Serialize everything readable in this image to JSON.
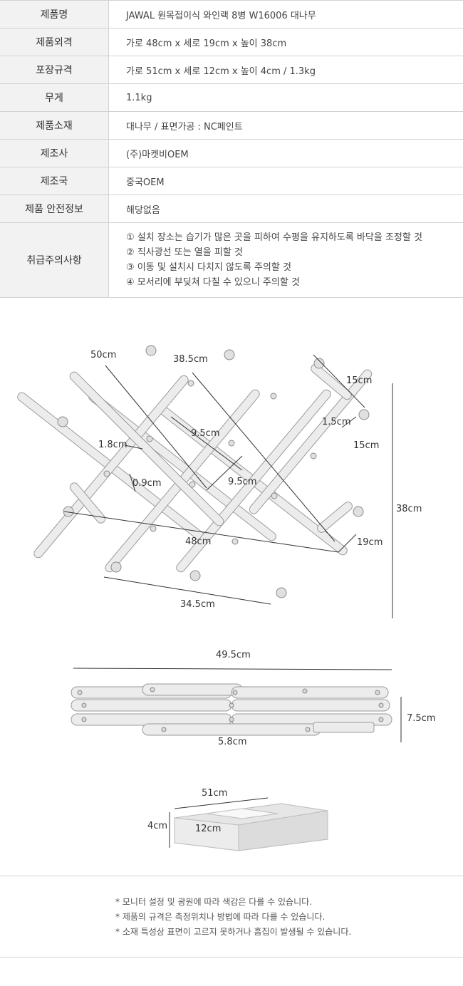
{
  "spec_rows": [
    {
      "label": "제품명",
      "value": "JAWAL 원목접이식 와인랙 8병 W16006 대나무"
    },
    {
      "label": "제품외격",
      "value": "가로 48cm x 세로 19cm x 높이 38cm"
    },
    {
      "label": "포장규격",
      "value": "가로 51cm x 세로 12cm x 높이 4cm / 1.3kg"
    },
    {
      "label": "무게",
      "value": "1.1kg"
    },
    {
      "label": "제품소재",
      "value": "대나무 / 표면가공 : NC페인트"
    },
    {
      "label": "제조사",
      "value": "(주)마켓비OEM"
    },
    {
      "label": "제조국",
      "value": "중국OEM"
    },
    {
      "label": "제품 안전정보",
      "value": "해당없음"
    }
  ],
  "caution": {
    "label": "취급주의사항",
    "lines": [
      "① 설치 장소는 습기가 많은 곳을 피하여 수평을 유지하도록 바닥을 조정할 것",
      "② 직사광선 또는 열을 피할 것",
      "③ 이동 및 설치시 다치지 않도록 주의할 것",
      "④ 모서리에 부딪쳐 다칠 수 있으니 주의할 것"
    ]
  },
  "rack_dims": {
    "d50": "50cm",
    "d385": "38.5cm",
    "d15a": "15cm",
    "d15b": "15cm",
    "d15c": "1.5cm",
    "d18": "1.8cm",
    "d95a": "9.5cm",
    "d95b": "9.5cm",
    "d09": "0.9cm",
    "d48": "48cm",
    "d19": "19cm",
    "d38": "38cm",
    "d345": "34.5cm"
  },
  "folded_dims": {
    "width": "49.5cm",
    "height": "7.5cm",
    "depth": "5.8cm"
  },
  "box_dims": {
    "length": "51cm",
    "height": "4cm",
    "width": "12cm"
  },
  "notes": [
    "* 모니터 설정 및 광원에 따라 색감은 다를 수 있습니다.",
    "* 제품의 규격은 측정위치나 방법에 따라 다를 수 있습니다.",
    "* 소재 특성상 표면이 고르지 못하거나 흠집이 발생될 수 있습니다."
  ],
  "colors": {
    "wood": "#ececec",
    "wood_stroke": "#9a9a9a",
    "label_bg": "#f2f2f2"
  }
}
